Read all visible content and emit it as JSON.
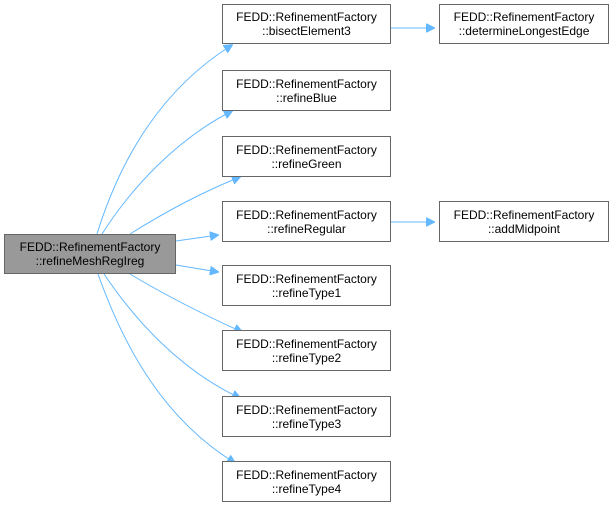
{
  "root": {
    "line1": "FEDD::RefinementFactory",
    "line2": "::refineMeshRegIreg"
  },
  "callees": [
    {
      "line1": "FEDD::RefinementFactory",
      "line2": "::bisectElement3"
    },
    {
      "line1": "FEDD::RefinementFactory",
      "line2": "::refineBlue"
    },
    {
      "line1": "FEDD::RefinementFactory",
      "line2": "::refineGreen"
    },
    {
      "line1": "FEDD::RefinementFactory",
      "line2": "::refineRegular"
    },
    {
      "line1": "FEDD::RefinementFactory",
      "line2": "::refineType1"
    },
    {
      "line1": "FEDD::RefinementFactory",
      "line2": "::refineType2"
    },
    {
      "line1": "FEDD::RefinementFactory",
      "line2": "::refineType3"
    },
    {
      "line1": "FEDD::RefinementFactory",
      "line2": "::refineType4"
    }
  ],
  "second_level": [
    {
      "line1": "FEDD::RefinementFactory",
      "line2": "::determineLongestEdge"
    },
    {
      "line1": "FEDD::RefinementFactory",
      "line2": "::addMidpoint"
    }
  ],
  "colors": {
    "edge": "#63b8ff",
    "root_fill": "#999999",
    "node_border": "#666666"
  }
}
